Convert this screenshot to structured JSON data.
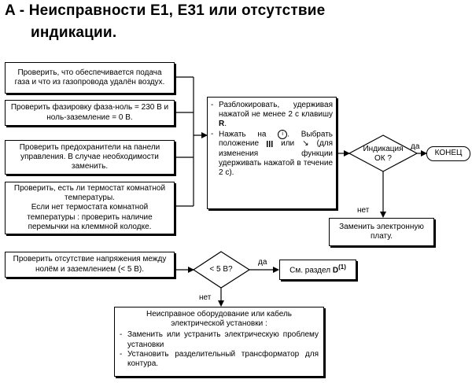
{
  "title": {
    "line1": "A - Неисправности E1,  E31 или отсутствие",
    "line2": "индикации."
  },
  "checks": [
    "Проверить, что обеспечивается подача газа и что из газопровода удалён воздух.",
    "Проверить фазировку фаза-ноль = 230 В и ноль-заземление = 0 В.",
    "Проверить предохранители на панели управления. В случае необходимости заменить.",
    "Проверить, есть ли термостат комнатной температуры.\nЕсли нет термостата комнатной температуры : проверить наличие перемычки на клеммной колодке."
  ],
  "unlock": {
    "item1_pre": "Разблокировать, удерживая нажатой не менее 2 с клавишу ",
    "item1_key": "R",
    "item1_post": ".",
    "item2_a": "Нажать на",
    "item2_icon": "i",
    "item2_b": ". Выбрать положение",
    "item2_or": "или",
    "item2_c": "(для изменения функции удерживать нажатой в течение 2 с)."
  },
  "decision1": {
    "text": "Индикация ОК ?",
    "yes": "да",
    "no": "нет"
  },
  "end": "КОНЕЦ",
  "replace_board": "Заменить электронную плату.",
  "check_voltage": "Проверить отсутствие напряжения между нолём и заземлением (< 5 В).",
  "decision2": {
    "text": "< 5 В?",
    "yes": "да",
    "no": "нет"
  },
  "see_section": {
    "pre": "См. раздел ",
    "letter": "D",
    "sup": "(1)"
  },
  "faulty": {
    "heading": "Неисправное оборудование или кабель электрической установки :",
    "items": [
      "Заменить или устранить электрическую проблему установки",
      "Установить разделительный трансформатор для контура."
    ]
  }
}
